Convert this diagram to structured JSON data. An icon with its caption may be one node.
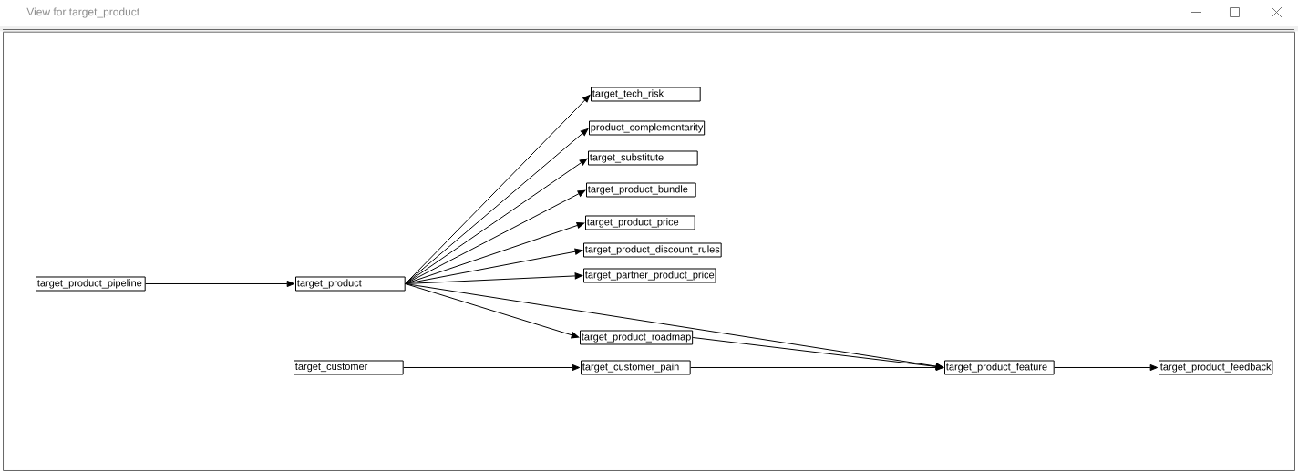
{
  "diagram": {
    "title": "View for target_product",
    "nodes": [
      {
        "text": [
          "target_product_pipeline"
        ]
      },
      {
        "text": [
          "target_product"
        ]
      },
      {
        "text": [
          "target_tech_risk"
        ]
      },
      {
        "text": [
          "product_complementarity"
        ]
      },
      {
        "text": [
          "target_substitute"
        ]
      },
      {
        "text": [
          "target_product_bundle"
        ]
      },
      {
        "text": [
          "target_product_price"
        ]
      },
      {
        "text": [
          "target_product_discount_rules"
        ]
      },
      {
        "text": [
          "target_partner_product_price"
        ]
      },
      {
        "text": [
          "target_product_roadmap"
        ]
      },
      {
        "text": [
          "target_customer"
        ]
      },
      {
        "text": [
          "target_customer_pain"
        ]
      },
      {
        "text": [
          "target_product_feature"
        ]
      },
      {
        "text": [
          "target_product_feedback"
        ]
      }
    ],
    "edges": [
      {
        "from": 0,
        "to": 1,
        "arrow": "to"
      },
      {
        "from": 1,
        "to": 2,
        "arrow": "to"
      },
      {
        "from": 1,
        "to": 3,
        "arrow": "to"
      },
      {
        "from": 1,
        "to": 4,
        "arrow": "to"
      },
      {
        "from": 1,
        "to": 5,
        "arrow": "to"
      },
      {
        "from": 1,
        "to": 6,
        "arrow": "to"
      },
      {
        "from": 1,
        "to": 7,
        "arrow": "to"
      },
      {
        "from": 1,
        "to": 8,
        "arrow": "to"
      },
      {
        "from": 1,
        "to": 9,
        "arrow": "to"
      },
      {
        "from": 1,
        "to": 12,
        "arrow": "to"
      },
      {
        "from": 9,
        "to": 12,
        "arrow": "to"
      },
      {
        "from": 10,
        "to": 11,
        "arrow": "to"
      },
      {
        "from": 11,
        "to": 12,
        "arrow": "to"
      },
      {
        "from": 12,
        "to": 13,
        "arrow": "to"
      }
    ]
  }
}
